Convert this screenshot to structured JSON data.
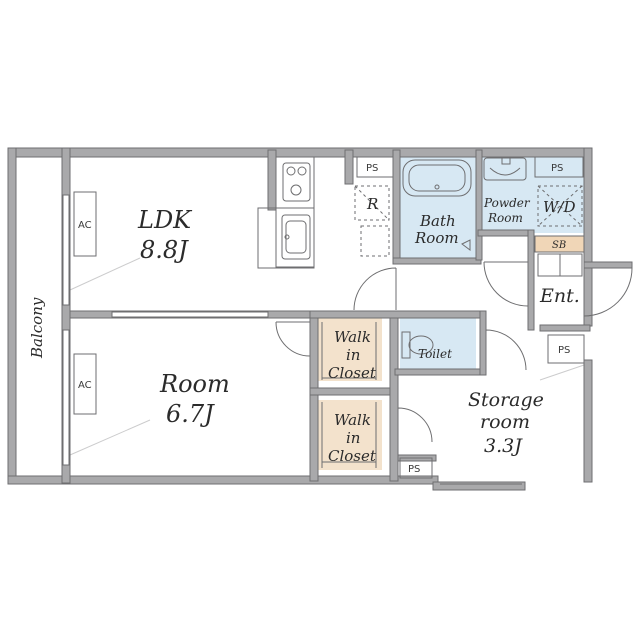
{
  "rooms": {
    "ldk": {
      "name": "LDK",
      "size": "8.8J"
    },
    "room": {
      "name": "Room",
      "size": "6.7J"
    },
    "storage": {
      "name_l1": "Storage",
      "name_l2": "room",
      "size": "3.3J"
    },
    "wic1": {
      "l1": "Walk",
      "l2": "in",
      "l3": "Closet"
    },
    "wic2": {
      "l1": "Walk",
      "l2": "in",
      "l3": "Closet"
    },
    "bath": {
      "l1": "Bath",
      "l2": "Room"
    },
    "powder": {
      "l1": "Powder",
      "l2": "Room"
    },
    "toilet": "Toilet",
    "washer": "W/D",
    "entrance": "Ent.",
    "balcony": "Balcony"
  },
  "fixtures": {
    "ps": "PS",
    "ac": "AC",
    "refrigerator": "R",
    "shoe_box": "SB"
  },
  "colors": {
    "wall": "#a9a9ab",
    "wet_area": "#d7e8f3",
    "closet": "#f3e2cc",
    "shoe_box": "#f0d6b7"
  }
}
